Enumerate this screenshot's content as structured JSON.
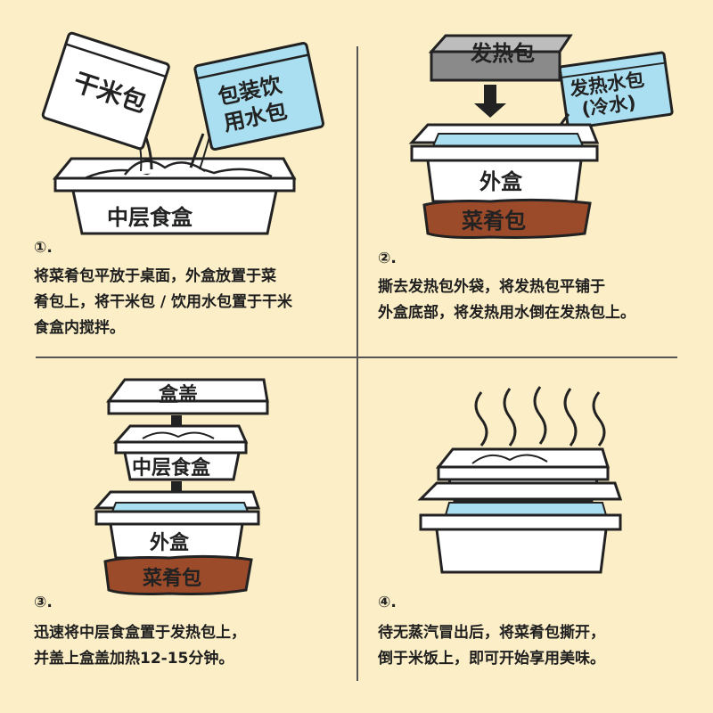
{
  "steps": [
    {
      "number": "①.",
      "text": "将菜肴包平放于桌面，外盒放置于菜\n肴包上，将干米包 / 饮用水包置于干米\n食盒内搅拌。",
      "labels": {
        "rice_pack": "干米包",
        "water_pack_1": "包装饮",
        "water_pack_2": "用水包",
        "tray": "中层食盒"
      }
    },
    {
      "number": "②.",
      "text": "撕去发热包外袋，将发热包平铺于\n外盒底部，将发热用水倒在发热包上。",
      "labels": {
        "heat_pack": "发热包",
        "heat_water_1": "发热水包",
        "heat_water_2": "(冷水)",
        "outer_box": "外盒",
        "dish_pack": "菜肴包"
      }
    },
    {
      "number": "③.",
      "text": "迅速将中层食盒置于发热包上，\n并盖上盒盖加热12-15分钟。",
      "labels": {
        "lid": "盒盖",
        "tray": "中层食盒",
        "outer_box": "外盒",
        "dish_pack": "菜肴包"
      }
    },
    {
      "number": "④.",
      "text": "待无蒸汽冒出后，将菜肴包撕开，\n倒于米饭上，即可开始享用美味。",
      "labels": {}
    }
  ],
  "colors": {
    "background": "#fcefc7",
    "water": "#a9dff0",
    "dish": "#9b4a2a",
    "heat_pack": "#8a8a8a"
  }
}
